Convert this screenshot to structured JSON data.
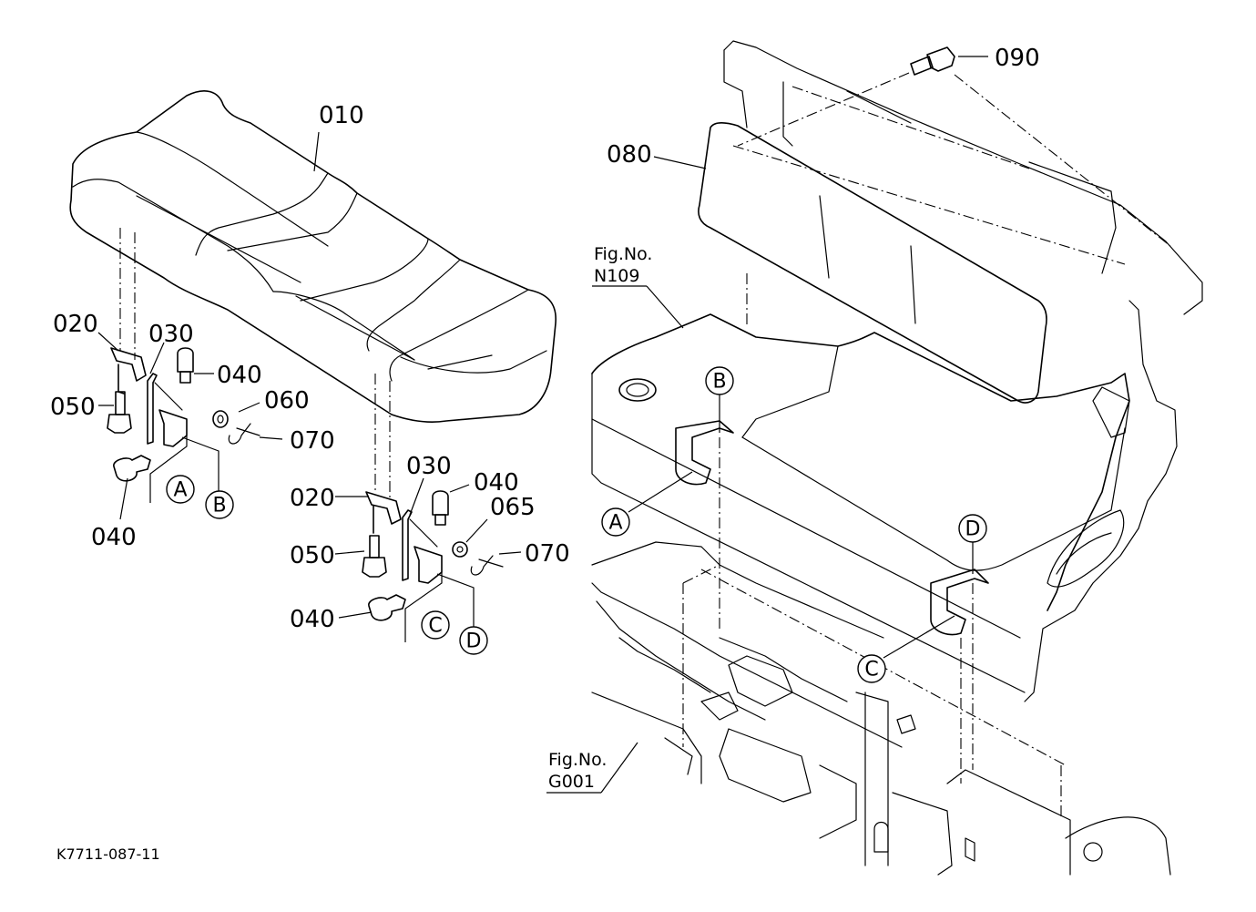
{
  "parts": {
    "p010": "010",
    "p020_left": "020",
    "p030_left": "030",
    "p040_top_left": "040",
    "p040_bottom_left": "040",
    "p050_left": "050",
    "p060": "060",
    "p070_left": "070",
    "p020_right": "020",
    "p030_right": "030",
    "p040_top_right": "040",
    "p040_bottom_right": "040",
    "p050_right": "050",
    "p065": "065",
    "p070_right": "070",
    "p080": "080",
    "p090": "090"
  },
  "callouts": {
    "a_left": "A",
    "b_left": "B",
    "c_left": "C",
    "d_left": "D",
    "a_right": "A",
    "b_right": "B",
    "c_right": "C",
    "d_right": "D"
  },
  "references": {
    "n109_label": "Fig.No.",
    "n109_num": "N109",
    "g001_label": "Fig.No.",
    "g001_num": "G001"
  },
  "drawing_code": "K7711-087-11"
}
